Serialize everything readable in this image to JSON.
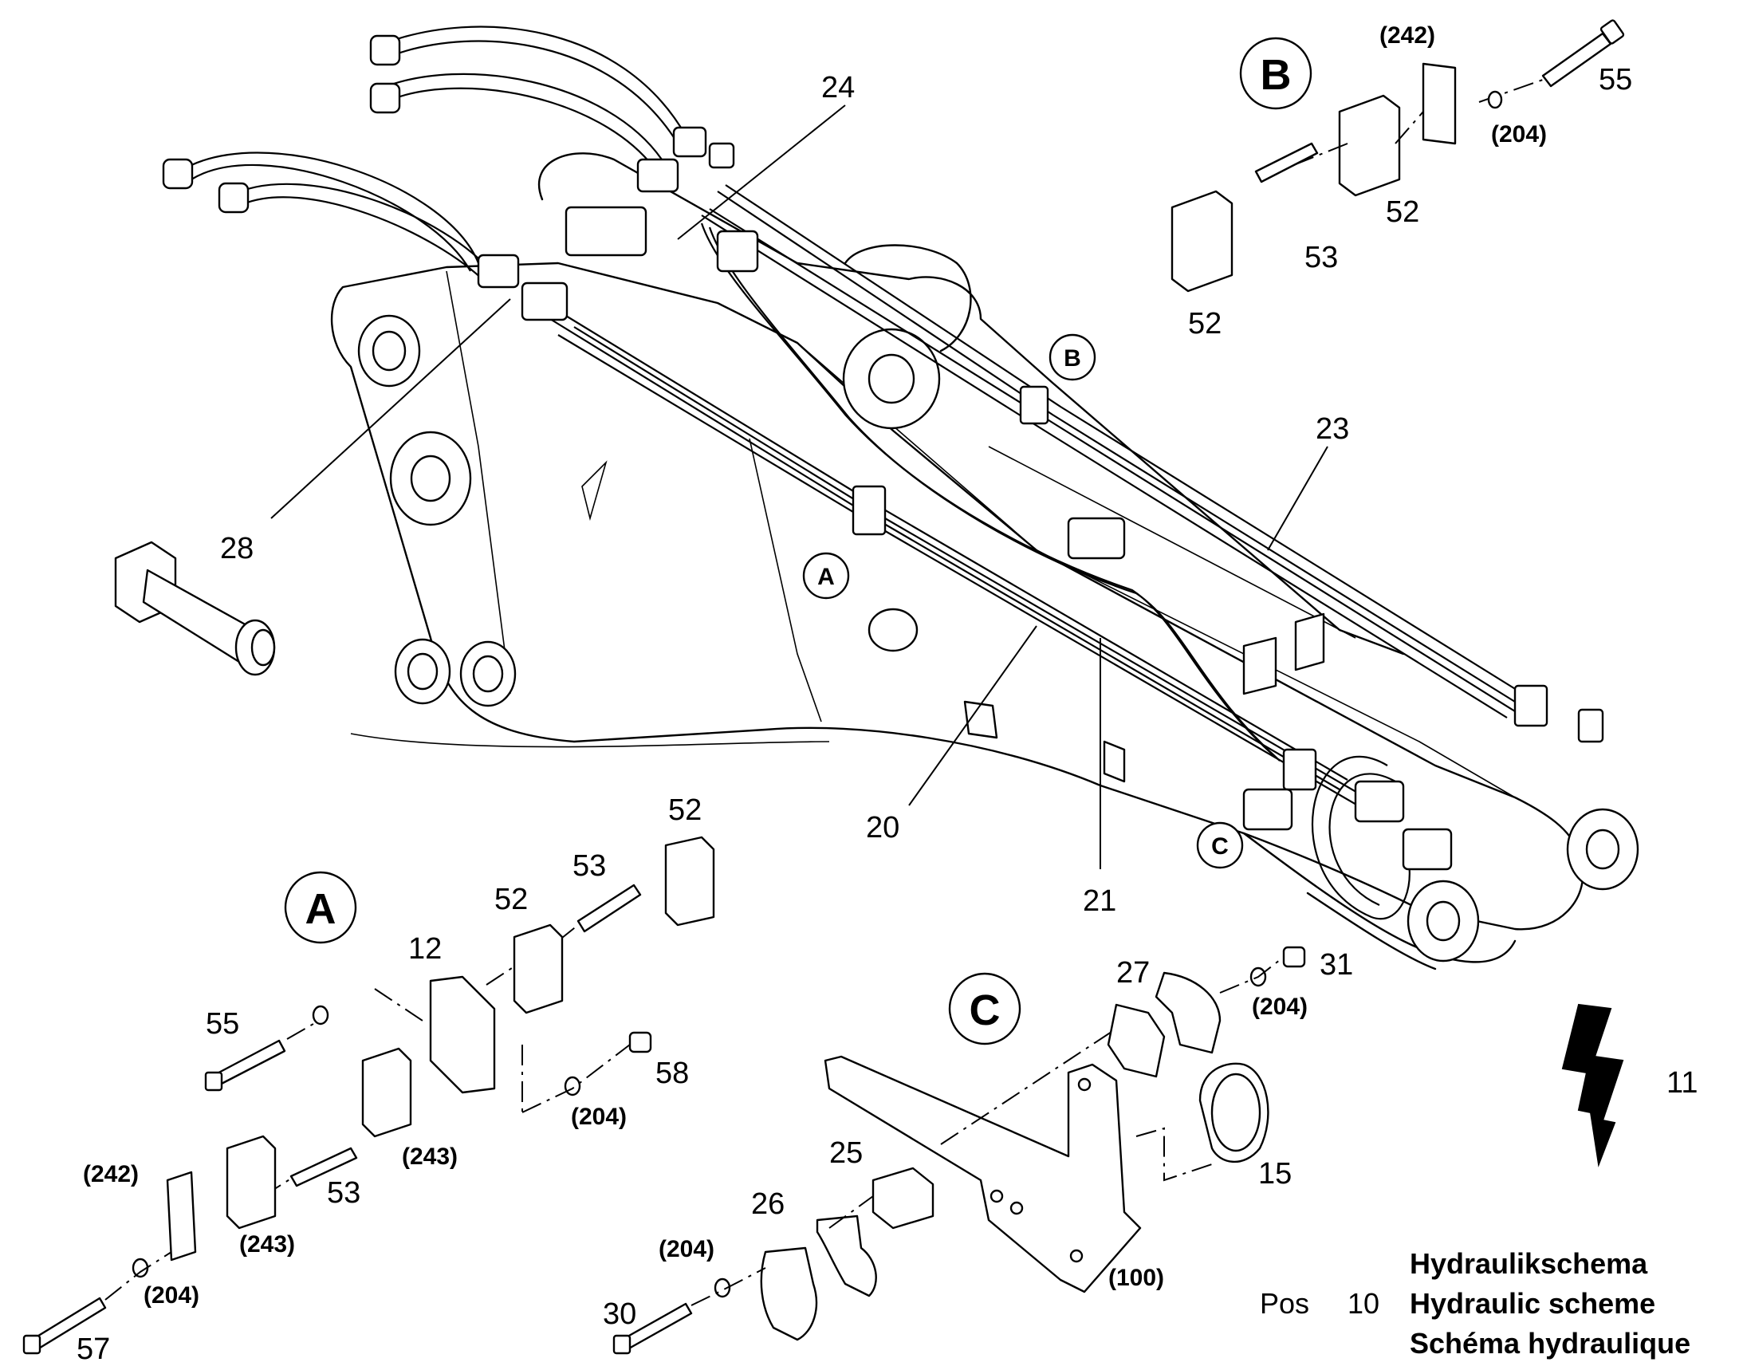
{
  "callouts": {
    "n24": "24",
    "n28": "28",
    "n23": "23",
    "n20": "20",
    "n21": "21",
    "b55": "55",
    "b242": "(242)",
    "b204": "(204)",
    "b52a": "52",
    "b53": "53",
    "b52b": "52",
    "a52a": "52",
    "a53a": "53",
    "a52b": "52",
    "a12": "12",
    "a55": "55",
    "a58": "58",
    "a204a": "(204)",
    "a243a": "(243)",
    "a242": "(242)",
    "a243b": "(243)",
    "a53b": "53",
    "a204b": "(204)",
    "a57": "57",
    "c27": "27",
    "c31": "31",
    "c204a": "(204)",
    "c15": "15",
    "c25": "25",
    "c26": "26",
    "c204b": "(204)",
    "c30": "30",
    "c100": "(100)",
    "n11": "11"
  },
  "detail_markers": {
    "A_big": "A",
    "B_big": "B",
    "C_big": "C",
    "A_small": "A",
    "B_small": "B",
    "C_small": "C"
  },
  "legend": {
    "line1": "Hydraulikschema",
    "pos_label": "Pos",
    "pos_number": "10",
    "line2": "Hydraulic scheme",
    "line3": "Schéma hydraulique"
  }
}
